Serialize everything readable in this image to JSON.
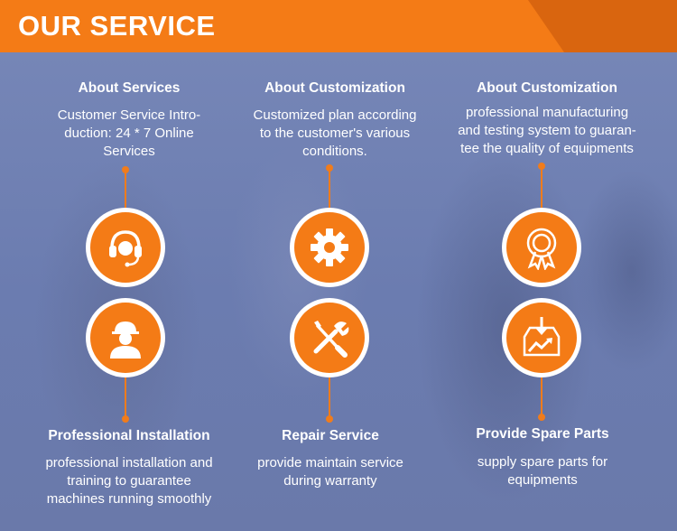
{
  "header": {
    "title": "OUR SERVICE",
    "accent_color": "#f47b16",
    "accent_dark": "#d9650f"
  },
  "services": [
    {
      "title": "About Services",
      "desc_lines": [
        "Customer Service Intro-",
        "duction: 24 * 7 Online",
        "Services"
      ],
      "icon": "headset-icon"
    },
    {
      "title": "About Customization",
      "desc_lines": [
        "Customized plan according",
        "to the customer's various",
        "conditions."
      ],
      "icon": "gear-icon"
    },
    {
      "title": "About Customization",
      "desc_lines": [
        "professional manufacturing",
        "and testing system to guaran-",
        "tee the quality of equipments"
      ],
      "icon": "award-ribbon-icon"
    },
    {
      "title": "Professional Installation",
      "desc_lines": [
        "professional installation and",
        "training to guarantee",
        "machines running smoothly"
      ],
      "icon": "worker-icon"
    },
    {
      "title": "Repair Service",
      "desc_lines": [
        "provide maintain service",
        "during warranty"
      ],
      "icon": "wrench-screwdriver-icon"
    },
    {
      "title": "Provide Spare Parts",
      "desc_lines": [
        "supply spare parts for",
        "equipments"
      ],
      "icon": "parts-box-icon"
    }
  ]
}
